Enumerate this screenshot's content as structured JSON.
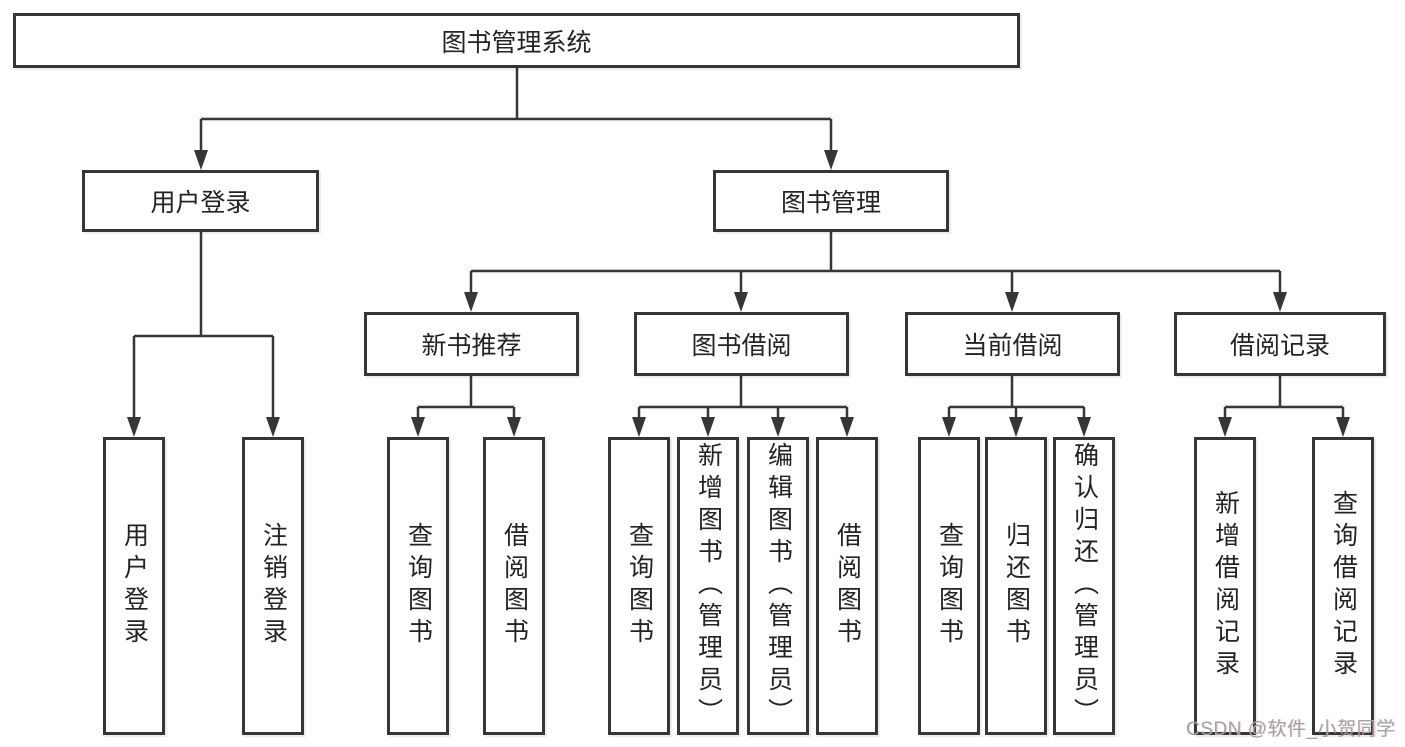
{
  "diagram": {
    "kind": "hierarchy-chart",
    "tree": {
      "label": "图书管理系统",
      "children": [
        {
          "label": "用户登录",
          "children": [
            {
              "label": "用户登录"
            },
            {
              "label": "注销登录"
            }
          ]
        },
        {
          "label": "图书管理",
          "children": [
            {
              "label": "新书推荐",
              "children": [
                {
                  "label": "查询图书"
                },
                {
                  "label": "借阅图书"
                }
              ]
            },
            {
              "label": "图书借阅",
              "children": [
                {
                  "label": "查询图书"
                },
                {
                  "label": "新增图书（管理员）"
                },
                {
                  "label": "编辑图书（管理员）"
                },
                {
                  "label": "借阅图书"
                }
              ]
            },
            {
              "label": "当前借阅",
              "children": [
                {
                  "label": "查询图书"
                },
                {
                  "label": "归还图书"
                },
                {
                  "label": "确认归还（管理员）"
                }
              ]
            },
            {
              "label": "借阅记录",
              "children": [
                {
                  "label": "新增借阅记录"
                },
                {
                  "label": "查询借阅记录"
                }
              ]
            }
          ]
        }
      ]
    }
  },
  "watermark": {
    "text": "CSDN @软件_小贺同学"
  },
  "colors": {
    "line": "#363636",
    "text": "#232323",
    "box_fill": "#ffffff",
    "watermark": "#a3a3a3",
    "background": "#ffffff"
  }
}
